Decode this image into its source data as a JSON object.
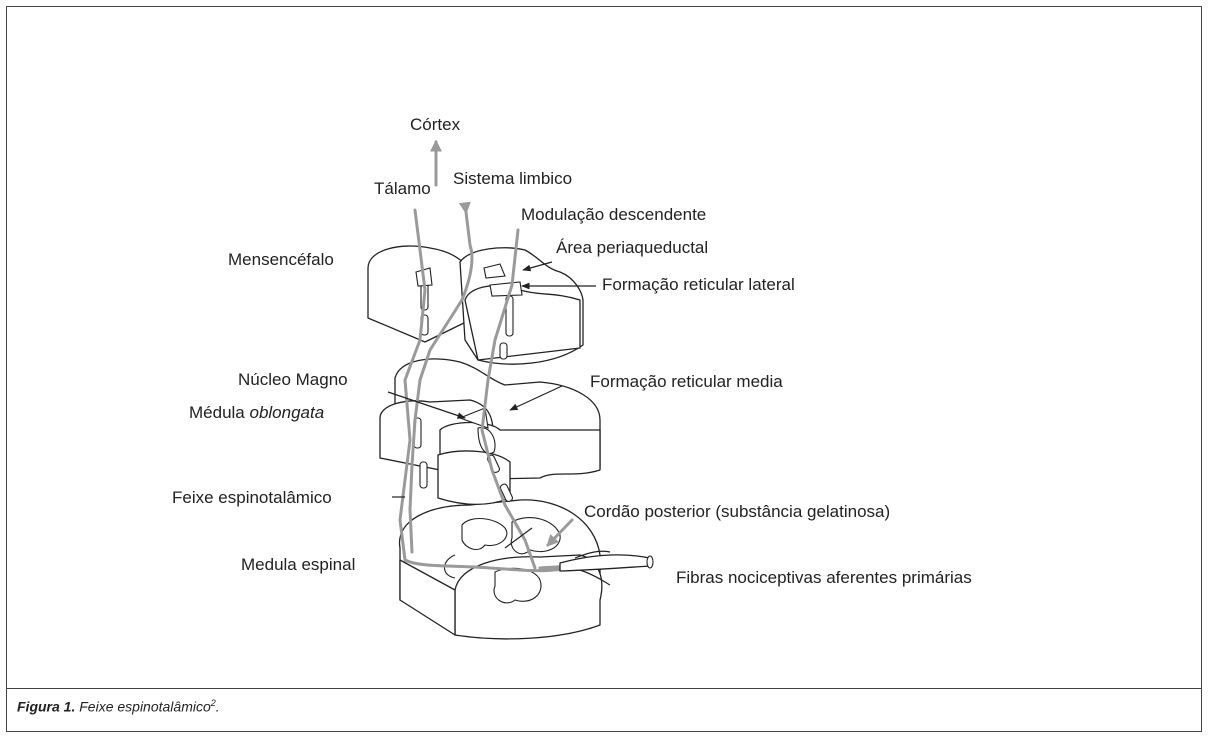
{
  "labels": {
    "cortex": "Córtex",
    "talamo": "Tálamo",
    "sistema_limbico": "Sistema limbico",
    "modulacao": "Modulação descendente",
    "area_periaqueductal": "Área periaqueductal",
    "mensencefalo": "Mensencéfalo",
    "formacao_reticular_lateral": "Formação reticular lateral",
    "nucleo_magno": "Núcleo Magno",
    "formacao_reticular_media": "Formação reticular media",
    "medula_oblongata_prefix": "Médula ",
    "medula_oblongata_italic": "oblongata",
    "feixe_espinotalamico": "Feixe espinotalâmico",
    "cordao_posterior": "Cordão posterior (substância gelatinosa)",
    "medula_espinal": "Medula espinal",
    "fibras": "Fibras nociceptivas aferentes primárias"
  },
  "caption": {
    "label": "Figura 1.",
    "text": " Feixe espinotalâmico",
    "ref": "2",
    "end": "."
  },
  "colors": {
    "pathway": "#9a9a9a",
    "ink": "#222222"
  }
}
